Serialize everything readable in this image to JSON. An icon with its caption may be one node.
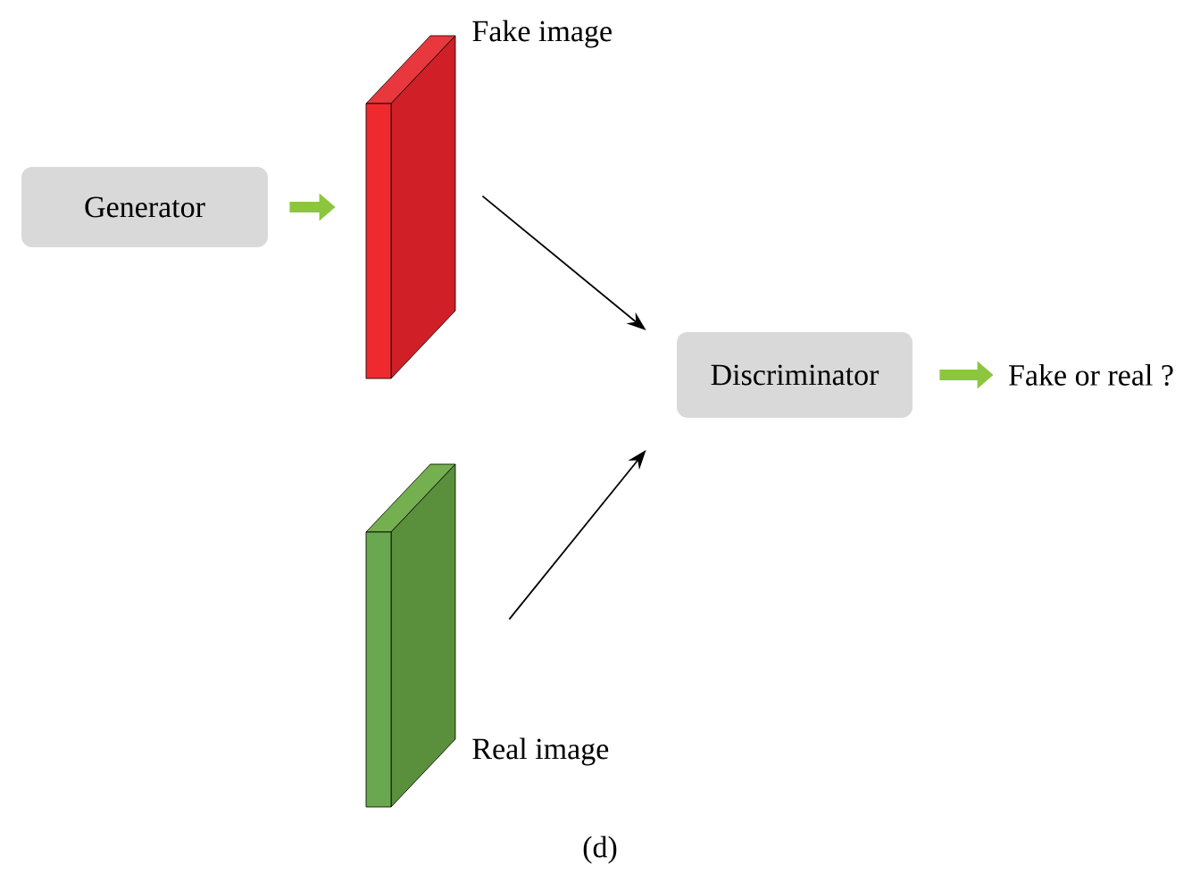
{
  "diagram": {
    "nodes": [
      {
        "text": [
          "Generator"
        ]
      },
      {
        "text": [
          "Fake image"
        ]
      },
      {
        "text": [
          "Discriminator"
        ]
      },
      {
        "text": [
          "Real image"
        ]
      },
      {
        "text": [
          "Fake or real ?"
        ]
      }
    ],
    "edges": [
      {
        "from": 0,
        "to": 1,
        "arrow": "to",
        "style": "thick",
        "color": "#8cc63f"
      },
      {
        "from": 1,
        "to": 2,
        "arrow": "to",
        "color": "#000000"
      },
      {
        "from": 3,
        "to": 2,
        "arrow": "to",
        "color": "#000000"
      },
      {
        "from": 2,
        "to": 4,
        "arrow": "to",
        "style": "thick",
        "color": "#8cc63f"
      }
    ],
    "labels": [
      "(d)"
    ]
  }
}
